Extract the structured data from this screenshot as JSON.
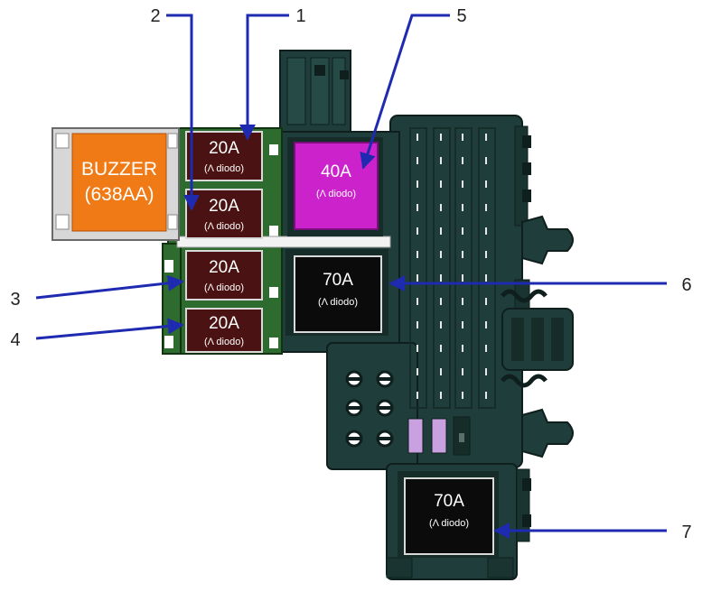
{
  "colors": {
    "housing": "#1f3d3a",
    "housing_dark": "#152c29",
    "housing_mid": "#244844",
    "green_board": "#2d6b2f",
    "fuse_maroon": "#4a1212",
    "buzzer_orange": "#f07a16",
    "fuse_magenta": "#cc22cc",
    "fuse_black": "#0b0b0b",
    "arrow_blue": "#1e2ab0",
    "slot_lavender": "#c9a0e0",
    "connector_grey": "#d7d7d7"
  },
  "buzzer": {
    "line1": "BUZZER",
    "line2": "(638AA)"
  },
  "fuses": [
    {
      "amp": "20A",
      "note": "(Λ diodo)"
    },
    {
      "amp": "20A",
      "note": "(Λ diodo)"
    },
    {
      "amp": "20A",
      "note": "(Λ diodo)"
    },
    {
      "amp": "20A",
      "note": "(Λ diodo)"
    },
    {
      "amp": "40A",
      "note": "(Λ diodo)"
    },
    {
      "amp": "70A",
      "note": "(Λ diodo)"
    },
    {
      "amp": "70A",
      "note": "(Λ diodo)"
    }
  ],
  "callouts": [
    "1",
    "2",
    "3",
    "4",
    "5",
    "6",
    "7"
  ]
}
